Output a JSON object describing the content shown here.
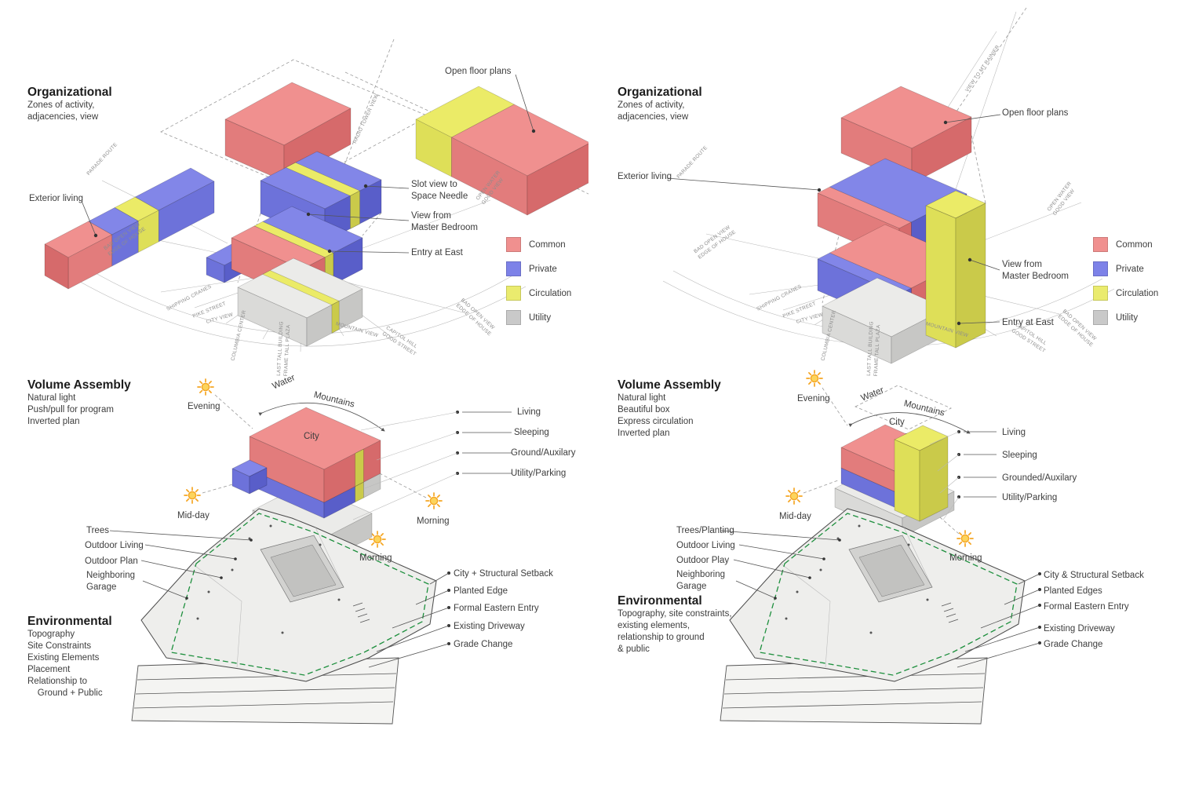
{
  "colors": {
    "common": "#f0908f",
    "private": "#7d82e8",
    "circulation": "#eaeb6e",
    "utility": "#c9c9c9",
    "sun": "#f5a623",
    "site_boundary": "#1d8f3d"
  },
  "left": {
    "organizational": {
      "heading": "Organizational",
      "subtitle": "Zones of activity,\nadjacencies, view"
    },
    "callouts": {
      "open_floor_plans": "Open floor plans",
      "exterior_living": "Exterior living",
      "slot_view": "Slot view to\nSpace Needle",
      "view_master": "View from\nMaster Bedroom",
      "entry_east": "Entry at East"
    },
    "legend": [
      {
        "label": "Common",
        "color": "#f0908f"
      },
      {
        "label": "Private",
        "color": "#7d82e8"
      },
      {
        "label": "Circulation",
        "color": "#eaeb6e"
      },
      {
        "label": "Utility",
        "color": "#c9c9c9"
      }
    ],
    "volume": {
      "heading": "Volume Assembly",
      "notes": "Natural light\nPush/pull for program\nInverted plan",
      "sun_evening": "Evening",
      "sun_midday": "Mid-day",
      "sun_morning1": "Morning",
      "sun_morning2": "Morning",
      "dir_water": "Water",
      "dir_mountains": "Mountains",
      "dir_city": "City",
      "program": [
        "Living",
        "Sleeping",
        "Ground/Auxilary",
        "Utility/Parking"
      ]
    },
    "site_left": [
      "Trees",
      "Outdoor Living",
      "Outdoor Plan",
      "Neighboring\nGarage"
    ],
    "environmental": {
      "heading": "Environmental",
      "notes": "Topography\nSite Constraints\nExisting Elements\nPlacement\nRelationship to\n    Ground + Public"
    },
    "site_right": [
      "City + Structural Setback",
      "Planted Edge",
      "Formal Eastern Entry",
      "Existing Driveway",
      "Grade Change"
    ],
    "arc_labels": [
      "PARADE ROUTE",
      "BAD OPEN VIEW\nEDGE OF HOUSE",
      "SHIPPING CRANES",
      "PIKE STREET",
      "CITY VIEW",
      "COLUMBIA CENTER",
      "LAST TALL BUILDING\nFRAME TALL PLAZA",
      "MOUNTAIN VIEW",
      "CAPITOL HILL\nGOOD STREET",
      "BAD OPEN VIEW\nEDGE OF HOUSE",
      "OPEN WATER\nGOOD VIEW",
      "RADIO TOWER VIEW"
    ]
  },
  "right": {
    "organizational": {
      "heading": "Organizational",
      "subtitle": "Zones of activity,\nadjacencies, view"
    },
    "callouts": {
      "open_floor_plans": "Open floor plans",
      "exterior_living": "Exterior living",
      "view_master": "View from\nMaster Bedroom",
      "entry_east": "Entry at East"
    },
    "legend": [
      {
        "label": "Common",
        "color": "#f0908f"
      },
      {
        "label": "Private",
        "color": "#7d82e8"
      },
      {
        "label": "Circulation",
        "color": "#eaeb6e"
      },
      {
        "label": "Utility",
        "color": "#c9c9c9"
      }
    ],
    "volume": {
      "heading": "Volume Assembly",
      "notes": "Natural light\nBeautiful box\nExpress circulation\nInverted plan",
      "sun_evening": "Evening",
      "sun_midday": "Mid-day",
      "sun_morning": "Morning",
      "dir_water": "Water",
      "dir_mountains": "Mountains",
      "dir_city": "City",
      "program": [
        "Living",
        "Sleeping",
        "Grounded/Auxilary",
        "Utility/Parking"
      ]
    },
    "site_left": [
      "Trees/Planting",
      "Outdoor Living",
      "Outdoor Play",
      "Neighboring\nGarage"
    ],
    "environmental": {
      "heading": "Environmental",
      "notes": "Topography, site constraints,\nexisting elements,\nrelationship to ground\n& public"
    },
    "site_right": [
      "City & Structural Setback",
      "Planted Edges",
      "Formal Eastern Entry",
      "Existing Driveway",
      "Grade Change"
    ],
    "arc_labels": [
      "PARADE ROUTE",
      "BAD OPEN VIEW\nEDGE OF HOUSE",
      "SHIPPING CRANES",
      "PIKE STREET",
      "CITY VIEW",
      "COLUMBIA CENTER",
      "LAST TALL BUILDING\nFRAME TALL PLAZA",
      "MOUNTAIN VIEW",
      "CAPITOL HILL\nGOOD STREET",
      "BAD OPEN VIEW\nEDGE OF HOUSE",
      "OPEN WATER\nGOOD VIEW",
      "VIEW TO MT RAINIER"
    ]
  }
}
